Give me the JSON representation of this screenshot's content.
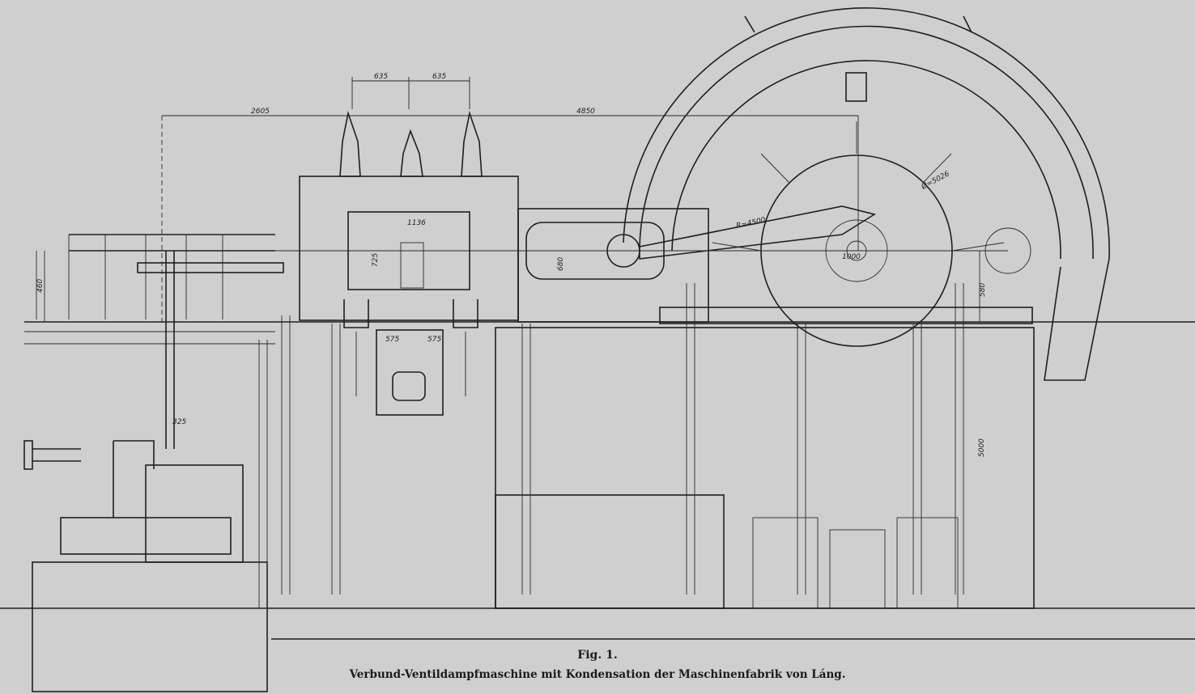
{
  "figure": {
    "label": "Fig. 1.",
    "caption": "Verbund-Ventildampfmaschine mit Kondensation der Maschinenfabrik von Láng."
  },
  "dimensions": {
    "d_635_left": "635",
    "d_635_right": "635",
    "d_2605": "2605",
    "d_4850": "4850",
    "d_1136": "1136",
    "d_725": "725",
    "d_680": "680",
    "d_575_left": "575",
    "d_575_right": "575",
    "d_460": "460",
    "d_325": "325",
    "d_5000": "5000",
    "d_580": "580",
    "d_1000": "1000",
    "d_r4500": "R=4500",
    "d_5026": "Ø=5026"
  },
  "colors": {
    "paper": "#cfcfcf",
    "ink": "#1e1e1e"
  }
}
